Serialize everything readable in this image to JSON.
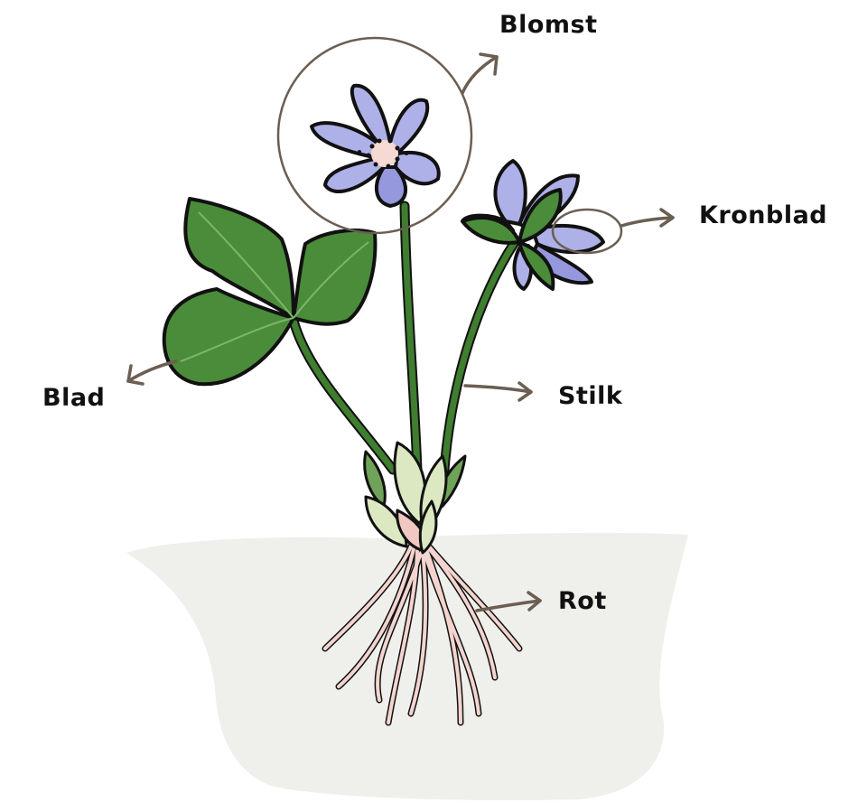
{
  "labels": {
    "flower": "Blomst",
    "petal": "Kronblad",
    "leaf": "Blad",
    "stem": "Stilk",
    "root": "Rot"
  },
  "colors": {
    "petal": "#aeb0e8",
    "petal_shade": "#9598dc",
    "leaf": "#4a8c3a",
    "leaf_vein": "#7bb66a",
    "stem": "#3f7d2f",
    "bud": "#dbe8c2",
    "bud_blush": "#f0c7c1",
    "root": "#f3d4cf",
    "soil": "#efefeb",
    "arrow": "#6b5e52",
    "outline": "#111111"
  }
}
